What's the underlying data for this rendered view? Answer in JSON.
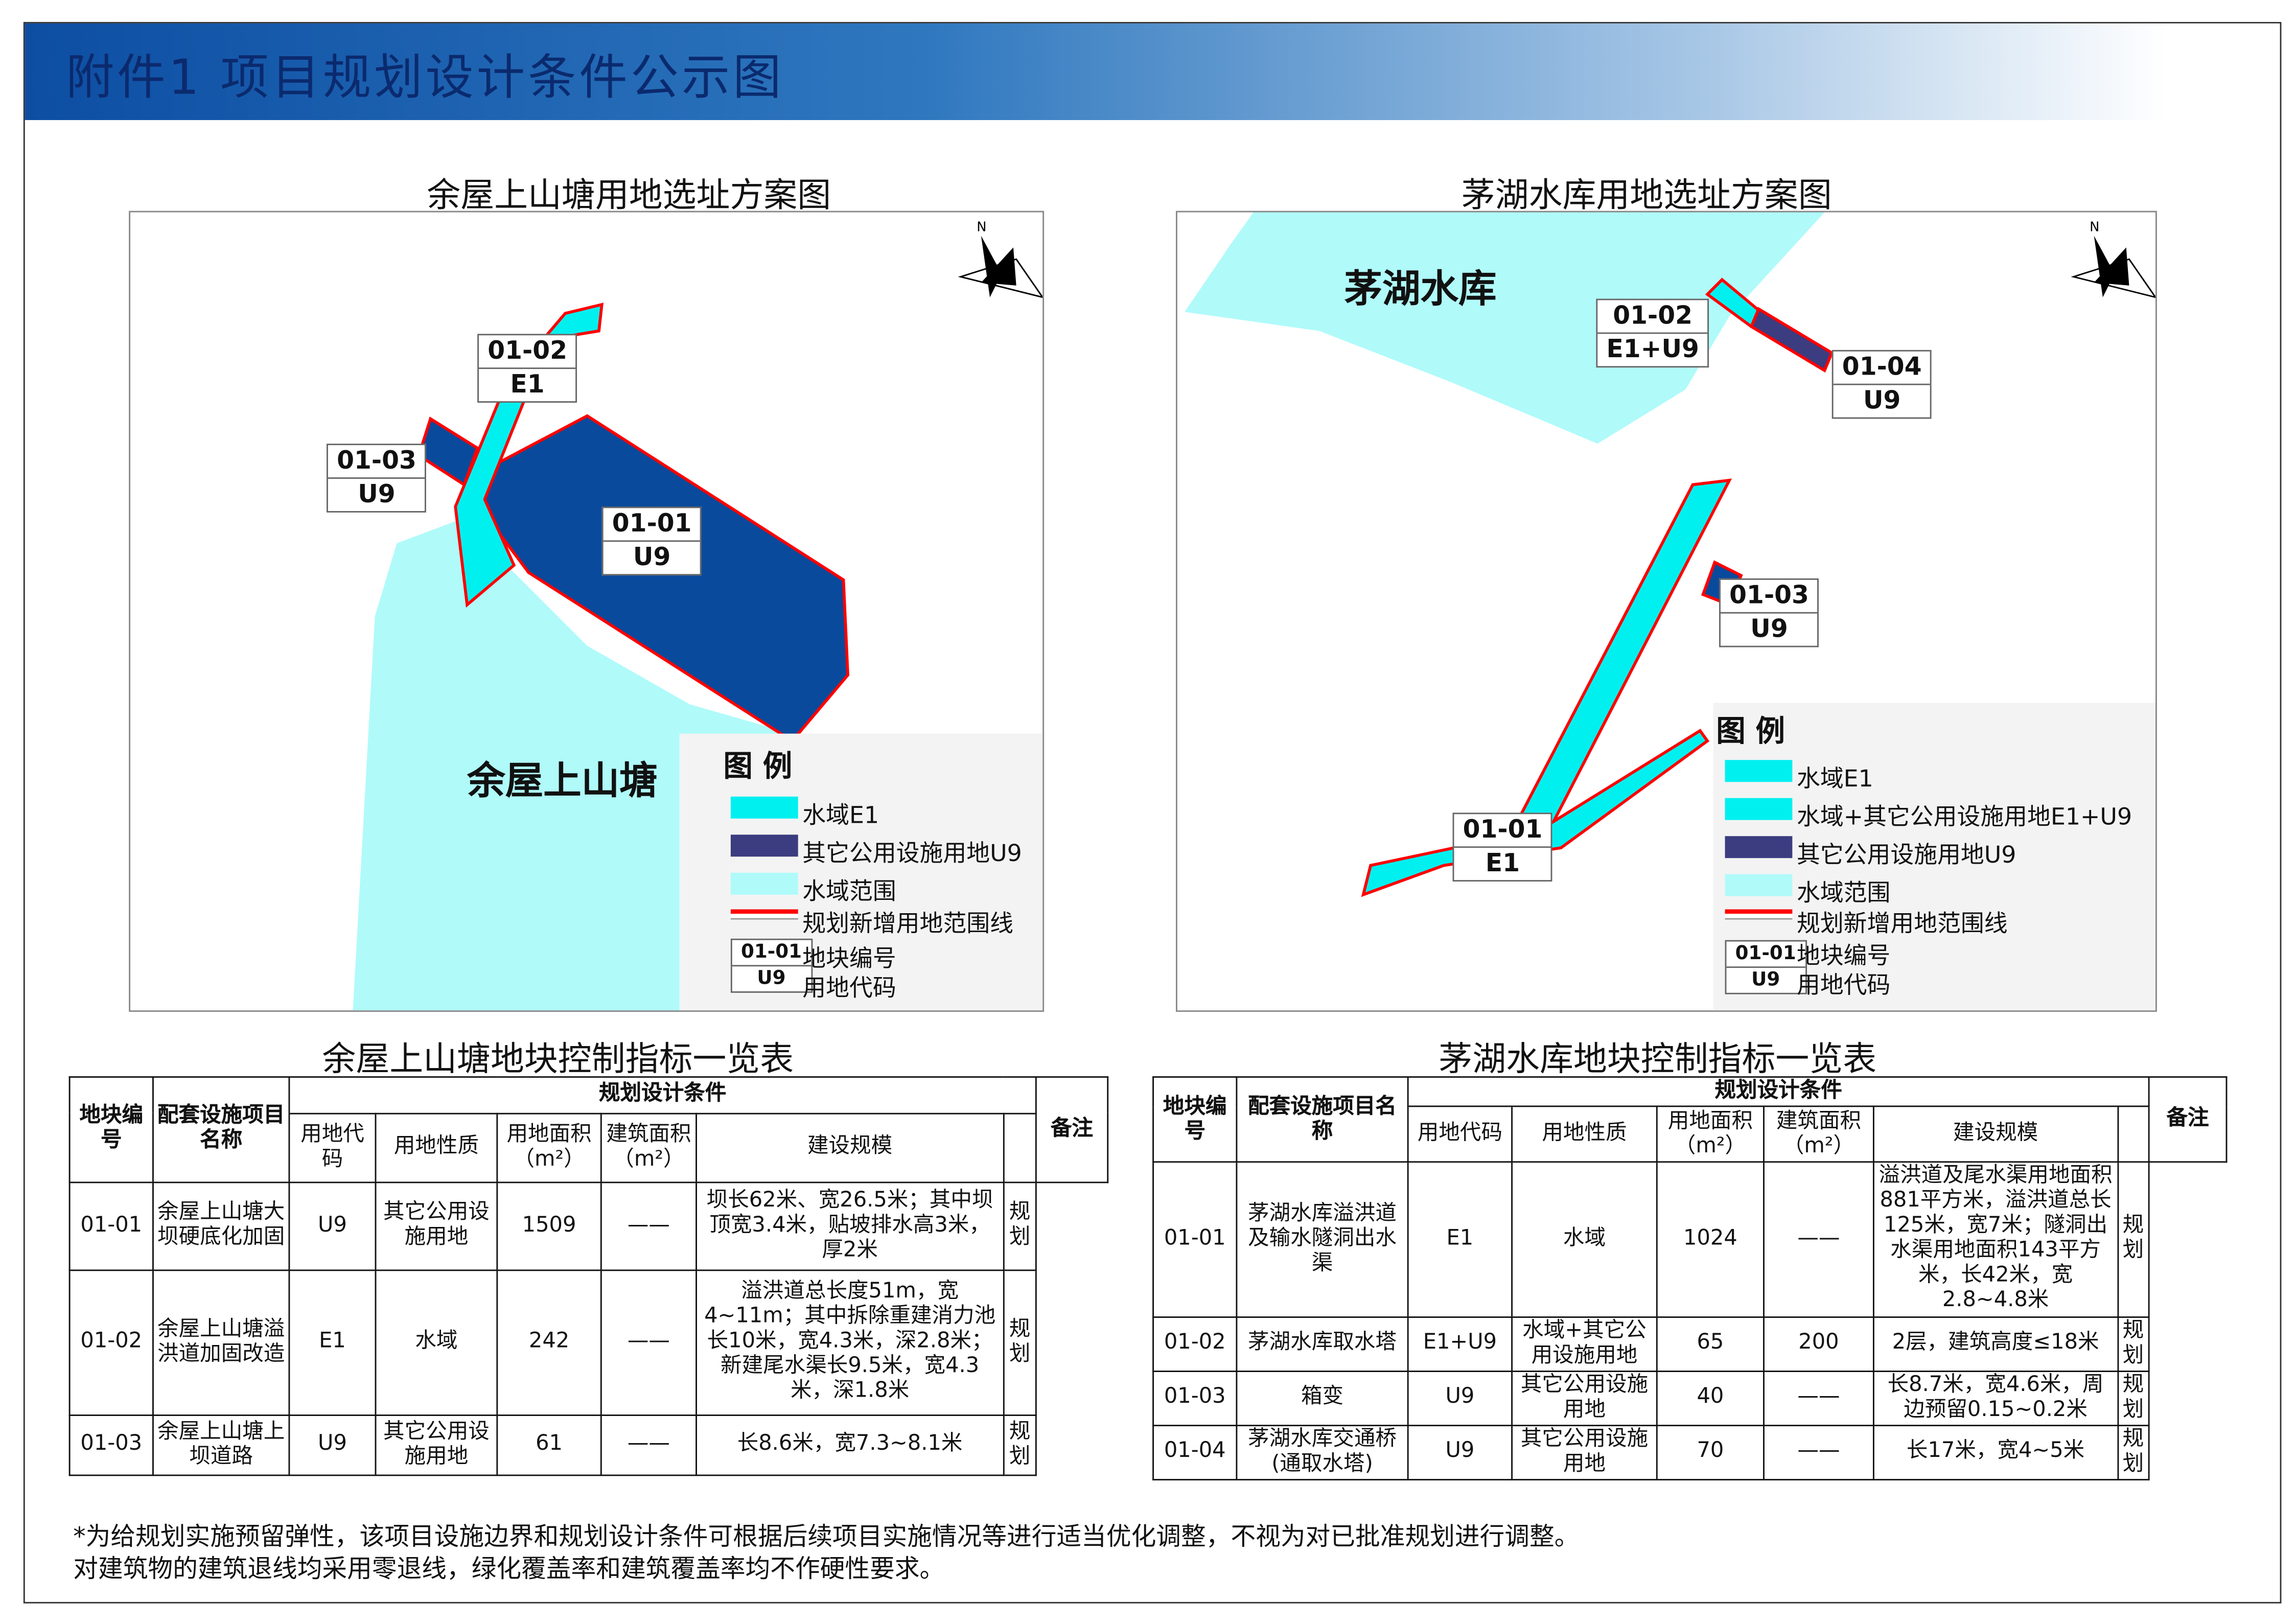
{
  "header": {
    "title": "附件1  项目规划设计条件公示图"
  },
  "left_map": {
    "title": "余屋上山塘用地选址方案图",
    "water_name": "余屋上山塘",
    "parcels": [
      {
        "id": "01-02",
        "code": "E1"
      },
      {
        "id": "01-03",
        "code": "U9"
      },
      {
        "id": "01-01",
        "code": "U9"
      }
    ],
    "legend": {
      "title": "图 例",
      "items": [
        "水域E1",
        "其它公用设施用地U9",
        "水域范围",
        "规划新增用地范围线"
      ],
      "sample_id": "01-01",
      "sample_code": "U9",
      "id_label": "地块编号",
      "code_label": "用地代码"
    },
    "north": "N"
  },
  "right_map": {
    "title": "茅湖水库用地选址方案图",
    "water_name": "茅湖水库",
    "parcels": [
      {
        "id": "01-02",
        "code": "E1+U9"
      },
      {
        "id": "01-04",
        "code": "U9"
      },
      {
        "id": "01-03",
        "code": "U9"
      },
      {
        "id": "01-01",
        "code": "E1"
      }
    ],
    "legend": {
      "title": "图 例",
      "items": [
        "水域E1",
        "水域+其它公用设施用地E1+U9",
        "其它公用设施用地U9",
        "水域范围",
        "规划新增用地范围线"
      ],
      "sample_id": "01-01",
      "sample_code": "U9",
      "id_label": "地块编号",
      "code_label": "用地代码"
    },
    "north": "N"
  },
  "colors": {
    "water_e1": "#00f0f0",
    "u9": "#0a4a9c",
    "u9_legend": "#3c3c80",
    "water_range": "#b0fafa",
    "boundary": "#ff0000"
  },
  "left_table": {
    "title": "余屋上山塘地块控制指标一览表",
    "headers": {
      "id": "地块编号",
      "name": "配套设施项目名称",
      "group": "规划设计条件",
      "code": "用地代码",
      "nature": "用地性质",
      "area": "用地面积（m²）",
      "build": "建筑面积（m²）",
      "scale": "建设规模",
      "note": "备注"
    },
    "rows": [
      {
        "id": "01-01",
        "name": "余屋上山塘大坝硬底化加固",
        "code": "U9",
        "nature": "其它公用设施用地",
        "area": "1509",
        "build": "——",
        "scale": "坝长62米、宽26.5米；其中坝顶宽3.4米，贴坡排水高3米，厚2米",
        "note": "规划"
      },
      {
        "id": "01-02",
        "name": "余屋上山塘溢洪道加固改造",
        "code": "E1",
        "nature": "水域",
        "area": "242",
        "build": "——",
        "scale": "溢洪道总长度51m，宽4~11m；其中拆除重建消力池长10米，宽4.3米，深2.8米；新建尾水渠长9.5米，宽4.3米，深1.8米",
        "note": "规划"
      },
      {
        "id": "01-03",
        "name": "余屋上山塘上坝道路",
        "code": "U9",
        "nature": "其它公用设施用地",
        "area": "61",
        "build": "——",
        "scale": "长8.6米，宽7.3~8.1米",
        "note": "规划"
      }
    ]
  },
  "right_table": {
    "title": "茅湖水库地块控制指标一览表",
    "headers": {
      "id": "地块编号",
      "name": "配套设施项目名称",
      "group": "规划设计条件",
      "code": "用地代码",
      "nature": "用地性质",
      "area": "用地面积（m²）",
      "build": "建筑面积（m²）",
      "scale": "建设规模",
      "note": "备注"
    },
    "rows": [
      {
        "id": "01-01",
        "name": "茅湖水库溢洪道及输水隧洞出水渠",
        "code": "E1",
        "nature": "水域",
        "area": "1024",
        "build": "——",
        "scale": "溢洪道及尾水渠用地面积881平方米，溢洪道总长125米，宽7米；隧洞出水渠用地面积143平方米，长42米，宽2.8~4.8米",
        "note": "规划"
      },
      {
        "id": "01-02",
        "name": "茅湖水库取水塔",
        "code": "E1+U9",
        "nature": "水域+其它公用设施用地",
        "area": "65",
        "build": "200",
        "scale": "2层，建筑高度≤18米",
        "note": "规划"
      },
      {
        "id": "01-03",
        "name": "箱变",
        "code": "U9",
        "nature": "其它公用设施用地",
        "area": "40",
        "build": "——",
        "scale": "长8.7米，宽4.6米，周边预留0.15~0.2米",
        "note": "规划"
      },
      {
        "id": "01-04",
        "name": "茅湖水库交通桥(通取水塔)",
        "code": "U9",
        "nature": "其它公用设施用地",
        "area": "70",
        "build": "——",
        "scale": "长17米，宽4~5米",
        "note": "规划"
      }
    ]
  },
  "notes": [
    "*为给规划实施预留弹性，该项目设施边界和规划设计条件可根据后续项目实施情况等进行适当优化调整，不视为对已批准规划进行调整。",
    "对建筑物的建筑退线均采用零退线，绿化覆盖率和建筑覆盖率均不作硬性要求。"
  ]
}
